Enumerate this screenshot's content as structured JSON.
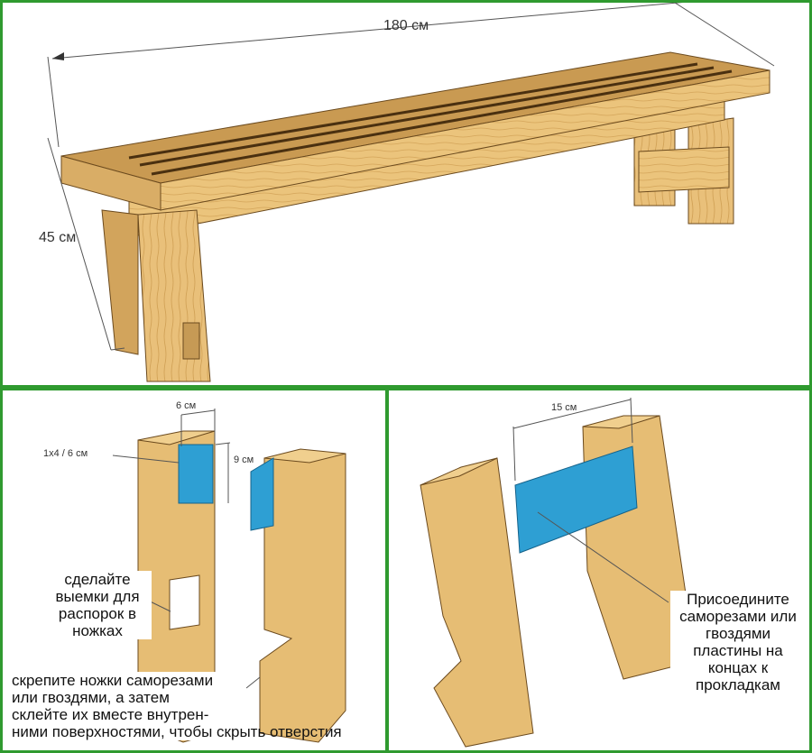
{
  "top": {
    "length_label": "180 см",
    "height_label": "45 см"
  },
  "bottom_left": {
    "width_label": "6 см",
    "height_label": "9 см",
    "board_label": "1x4 / 6 см",
    "notch_note": "сделайте выемки для распорок в ножках",
    "screw_note_lines": [
      "скрепите ножки саморезами",
      "или гвоздями, а затем",
      "склейте их вместе внутрен-",
      "ними поверхностями, чтобы скрыть отверстия"
    ]
  },
  "bottom_right": {
    "spacer_label": "15 см",
    "attach_note": "Присоедините саморезами или гвоздями пластины на концах к прокладкам"
  },
  "colors": {
    "border": "#2f9a2f",
    "wood": "#e8c27a",
    "wood_dark": "#b8893e",
    "blue_part": "#2e9fd3"
  }
}
